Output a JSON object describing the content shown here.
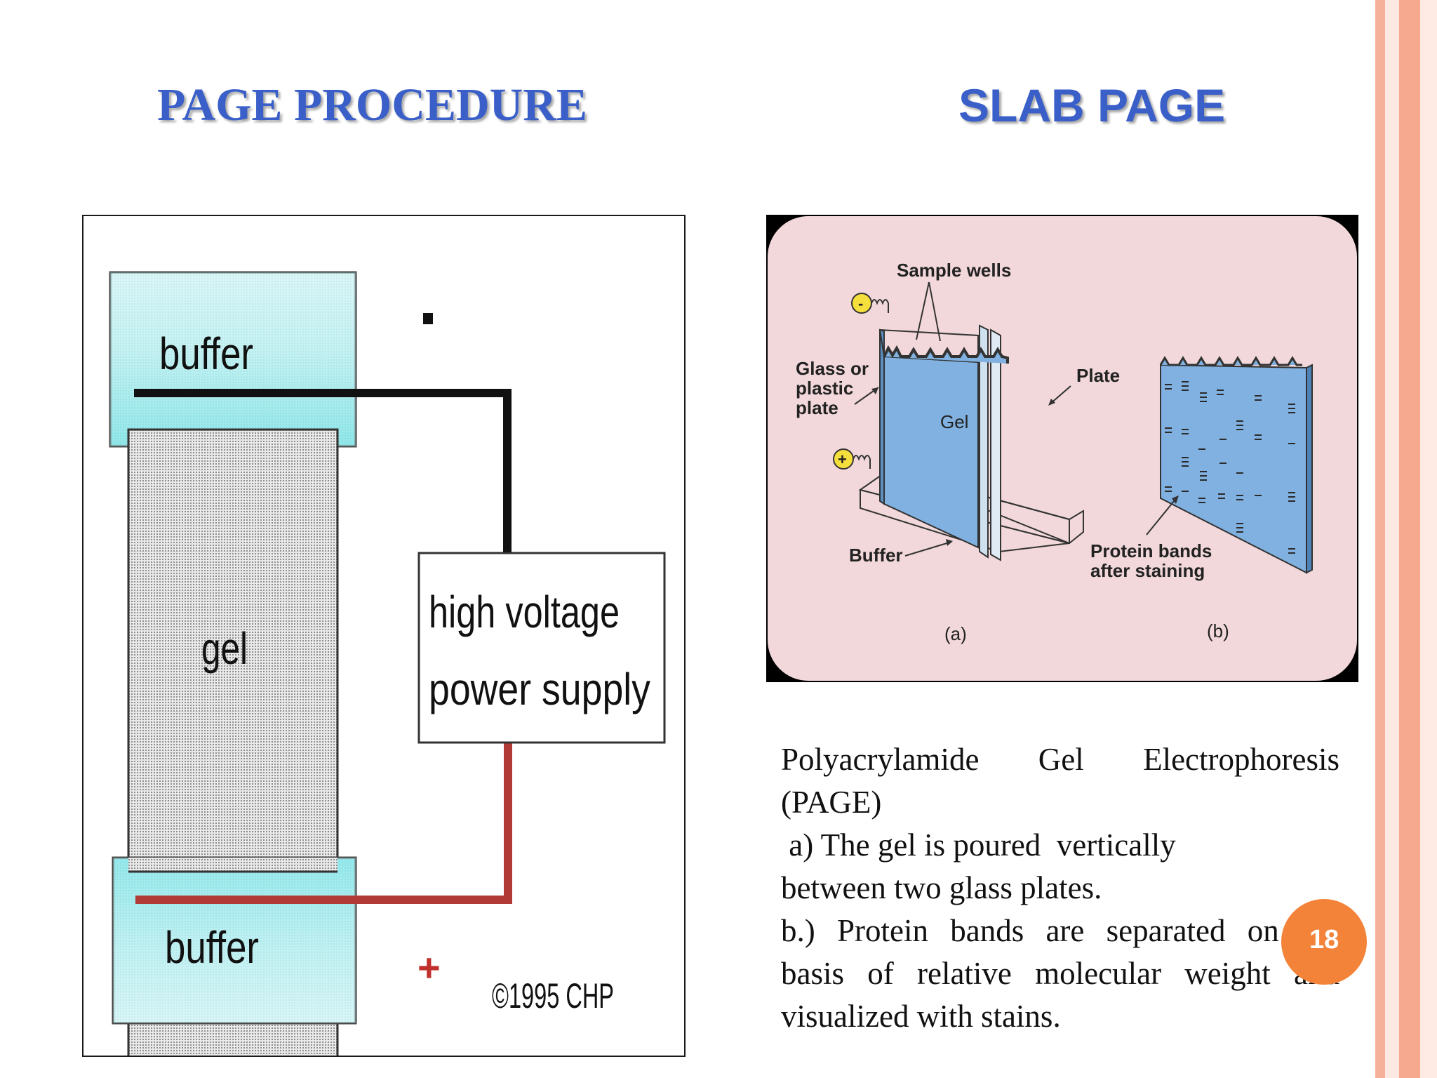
{
  "slide": {
    "title_left": "PAGE PROCEDURE",
    "title_right": "SLAB PAGE",
    "page_number": "18",
    "colors": {
      "title": "#3a5fc8",
      "badge": "#f4833a",
      "border_stripe": "#f6a98e",
      "gel_blue": "#7fb0de",
      "buffer_cyan": "#7fe3e6",
      "panel_pink": "#f2d8da"
    }
  },
  "left_diagram": {
    "buffer_top": "buffer",
    "gel": "gel",
    "buffer_bottom": "buffer",
    "minus": "-",
    "plus": "+",
    "power_line1": "high voltage",
    "power_line2": "power supply",
    "copyright": "©1995 CHP"
  },
  "right_diagram": {
    "minus": "-",
    "plus": "+",
    "sample_wells": "Sample wells",
    "glass_1": "Glass or",
    "glass_2": "plastic",
    "glass_3": "plate",
    "plate": "Plate",
    "gel": "Gel",
    "buffer": "Buffer",
    "bands_1": "Protein bands",
    "bands_2": "after staining",
    "label_a": "(a)",
    "label_b": "(b)"
  },
  "description": {
    "line1": "Polyacrylamide Gel Electrophoresis",
    "line2": "(PAGE)",
    "line3": " a) The gel is poured  vertically",
    "line4": "between two glass plates.",
    "line5": "b.) Protein bands are separated on the",
    "line6": "basis of relative molecular weight and",
    "line7": "visualized with stains."
  }
}
